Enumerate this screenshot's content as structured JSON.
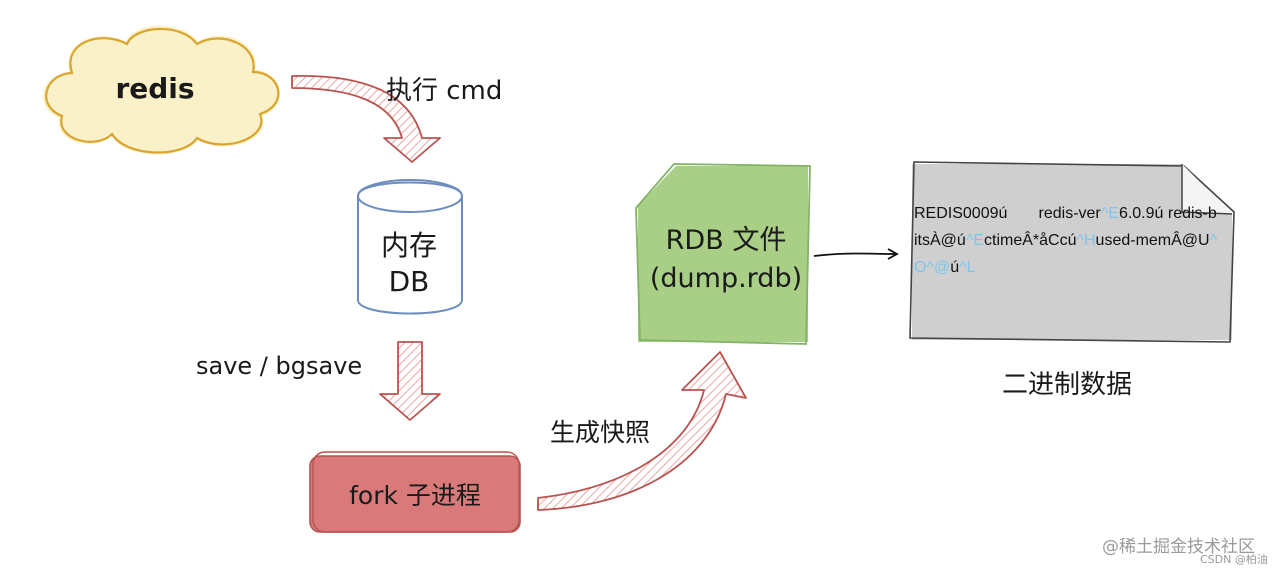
{
  "nodes": {
    "redis": "redis",
    "memory_db": {
      "line1": "内存",
      "line2": "DB"
    },
    "fork": "fork 子进程",
    "rdb_file": {
      "line1": "RDB 文件",
      "line2": "(dump.rdb)"
    }
  },
  "edges": {
    "exec_cmd": "执行 cmd",
    "save_bgsave": "save / bgsave",
    "snapshot": "生成快照"
  },
  "binary_file": {
    "caption": "二进制数据",
    "content": {
      "p1": "REDIS0009ú",
      "p2": "redis-ver",
      "p3": "^E",
      "p4": "6.0.9ú",
      "p5": "redis-bitsÀ@ú",
      "p6": "^E",
      "p7": "ctimeÂ*åCcú",
      "p8": "^H",
      "p9": "used-memÂ@U",
      "p10": "^O^@",
      "p11": "ú",
      "p12": "^L"
    }
  },
  "watermark": {
    "line1": "@稀土掘金技术社区",
    "line2": "CSDN @柏油"
  },
  "colors": {
    "cloud_stroke": "#d9a530",
    "cloud_fill": "#fbf1c8",
    "db_stroke": "#6c8ebf",
    "db_fill": "#ffffff",
    "arrow_stroke": "#b85450",
    "arrow_fill": "#f6dedd",
    "fork_fill": "#d9797a",
    "fork_stroke": "#b85450",
    "rdb_fill": "#a9cf86",
    "rdb_stroke": "#82b366",
    "paper_fill": "#cfcfcf",
    "paper_stroke": "#444444"
  }
}
